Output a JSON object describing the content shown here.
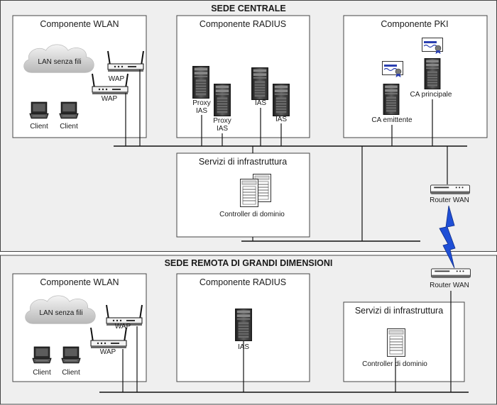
{
  "main_site": {
    "title": "SEDE CENTRALE",
    "wlan": {
      "title": "Componente WLAN",
      "cloud": "LAN senza fili",
      "wap1": "WAP",
      "wap2": "WAP",
      "client1": "Client",
      "client2": "Client"
    },
    "radius": {
      "title": "Componente RADIUS",
      "proxy1a": "Proxy",
      "proxy1b": "IAS",
      "proxy2a": "Proxy",
      "proxy2b": "IAS",
      "ias1": "IAS",
      "ias2": "IAS"
    },
    "pki": {
      "title": "Componente PKI",
      "root_ca": "CA principale",
      "issuing_ca": "CA emittente"
    },
    "infra": {
      "title": "Servizi di infrastruttura",
      "dc": "Controller di dominio"
    },
    "router": "Router WAN"
  },
  "remote_site": {
    "title": "SEDE REMOTA DI GRANDI DIMENSIONI",
    "wlan": {
      "title": "Componente WLAN",
      "cloud": "LAN senza fili",
      "wap1": "WAP",
      "wap2": "WAP",
      "client1": "Client",
      "client2": "Client"
    },
    "radius": {
      "title": "Componente RADIUS",
      "ias": "IAS"
    },
    "infra": {
      "title": "Servizi di infrastruttura",
      "dc": "Controller di dominio"
    },
    "router": "Router WAN"
  },
  "colors": {
    "lightning": "#1f4fd6",
    "site_bg": "#efefef",
    "server": "#3a3a3a",
    "cert": "#2a3fb0"
  }
}
